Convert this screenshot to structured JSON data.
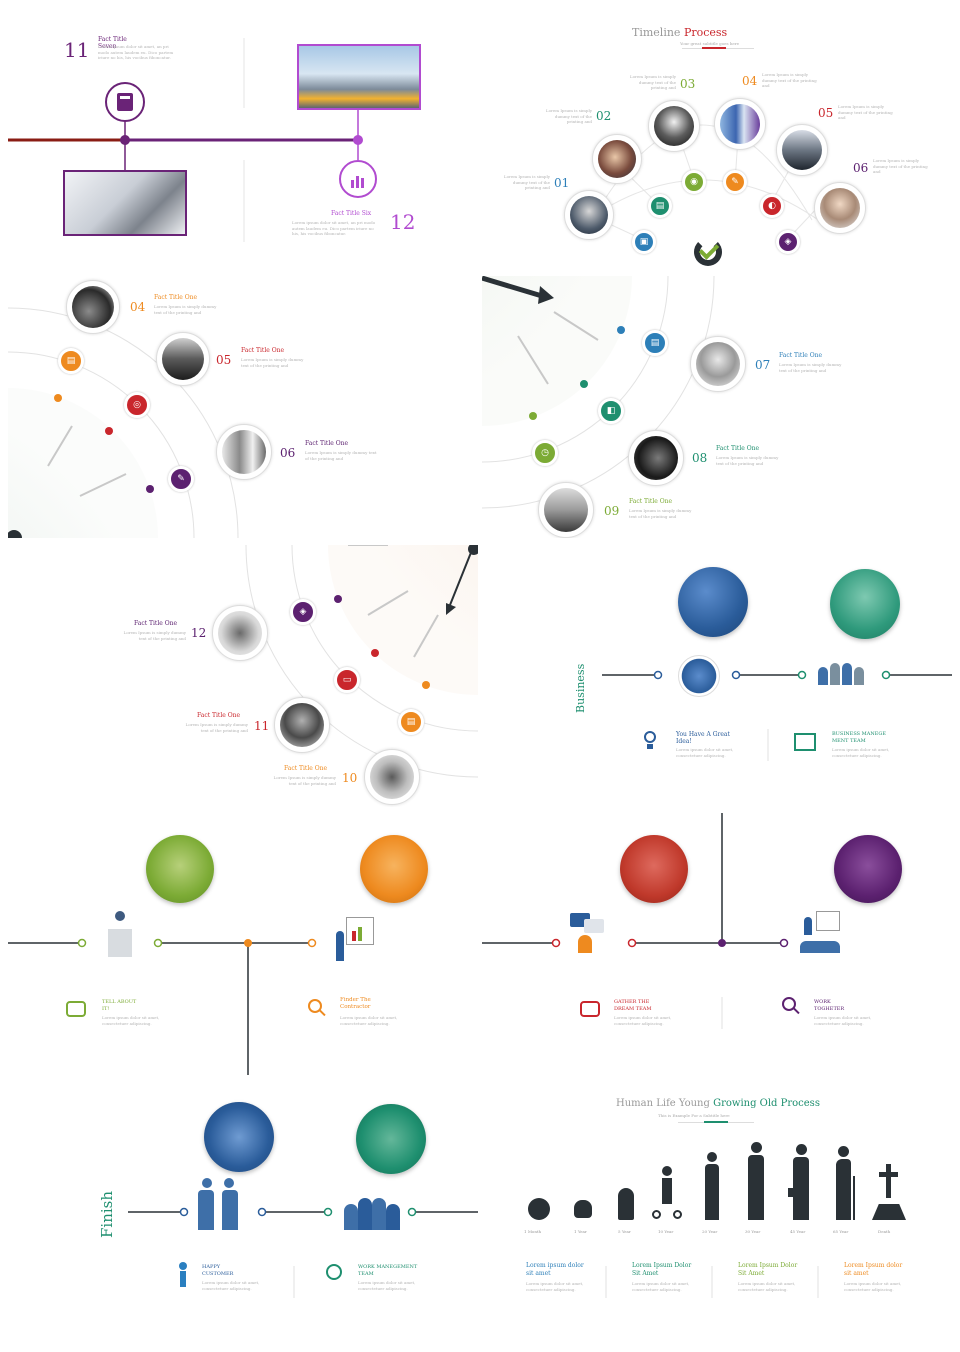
{
  "p1": {
    "num_left": "11",
    "title_left": "Fact Title Seven",
    "body_left": "Lorem ipsum dolor sit amet, an pri modo autem laudem eu. Dico partem iriure no his, his vocibus fiboncatur.",
    "num_right": "12",
    "title_right": "Fact Title Six",
    "body_right": "Lorem ipsum dolor sit amet, an pri modo autem laudem eu. Dico partem iriure no his, his vocibus fiboncatur.",
    "colors": {
      "red": "#8a1c14",
      "purple": "#6a2377",
      "violet": "#b14bd0"
    }
  },
  "p2": {
    "title_a": "Timeline",
    "title_b": "Process",
    "subtitle": "Your great subtitle  goes here",
    "items": [
      {
        "num": "01",
        "text": "Lorem Ipsum is simply dummy text of the printing and",
        "color": "#2d7fb8"
      },
      {
        "num": "02",
        "text": "Lorem Ipsum is simply dummy text of the printing and",
        "color": "#1e8f6f"
      },
      {
        "num": "03",
        "text": "Lorem Ipsum is simply dummy text of the printing and",
        "color": "#7cab35"
      },
      {
        "num": "04",
        "text": "Lorem Ipsum is simply dummy text of the printing and",
        "color": "#ee8a1f"
      },
      {
        "num": "05",
        "text": "Lorem Ipsum is simply dummy text of the printing and",
        "color": "#c9262c"
      },
      {
        "num": "06",
        "text": "Lorem Ipsum is simply dummy text of the printing and",
        "color": "#5c2170"
      }
    ]
  },
  "p3": {
    "items": [
      {
        "num": "04",
        "title": "Fact Title One",
        "text": "Lorem Ipsum is simply dummy text of the printing and",
        "color": "#ee8a1f"
      },
      {
        "num": "05",
        "title": "Fact Title One",
        "text": "Lorem Ipsum is simply dummy text of the printing and",
        "color": "#c9262c"
      },
      {
        "num": "06",
        "title": "Fact Title One",
        "text": "Lorem Ipsum is simply dummy text of the printing and",
        "color": "#5c2170"
      }
    ]
  },
  "p4": {
    "items": [
      {
        "num": "07",
        "title": "Fact Title One",
        "text": "Lorem Ipsum is simply dummy text of the printing and",
        "color": "#2d7fb8"
      },
      {
        "num": "08",
        "title": "Fact Title One",
        "text": "Lorem Ipsum is simply dummy text of the printing and",
        "color": "#1e8f6f"
      },
      {
        "num": "09",
        "title": "Fact Title One",
        "text": "Lorem Ipsum is simply dummy text of the printing and",
        "color": "#7cab35"
      }
    ]
  },
  "p5": {
    "items": [
      {
        "num": "12",
        "title": "Fact Title One",
        "text": "Lorem Ipsum is simply dummy text of the printing and",
        "color": "#5c2170"
      },
      {
        "num": "11",
        "title": "Fact Title One",
        "text": "Lorem Ipsum is simply dummy text of the printing and",
        "color": "#c9262c"
      },
      {
        "num": "10",
        "title": "Fact Title One",
        "text": "Lorem Ipsum is simply dummy text of the printing and",
        "color": "#ee8a1f"
      }
    ]
  },
  "p6": {
    "side_label": "Business",
    "items": [
      {
        "title": "You Have A Great Idea!",
        "text": "Lorem ipsum dolor sit amet, consectetuer adipiscing.",
        "color": "#2a5c9a"
      },
      {
        "title": "BUSINESS MANEGE MENT TEAM",
        "text": "Lorem ipsum dolor sit amet, consectetuer adipiscing.",
        "color": "#1e8f6f"
      }
    ]
  },
  "p7": {
    "items": [
      {
        "title": "TELL ABOUT IT!",
        "text": "Lorem ipsum dolor sit amet, consectetuer adipiscing.",
        "color": "#7cab35"
      },
      {
        "title": "Finder The Contractor",
        "text": "Lorem ipsum dolor sit amet, consectetuer adipiscing.",
        "color": "#ee8a1f"
      }
    ]
  },
  "p8": {
    "items": [
      {
        "title": "GATHER THE DREAM TEAM",
        "text": "Lorem ipsum dolor sit amet, consectetuer adipiscing.",
        "color": "#c9262c"
      },
      {
        "title": "WORK TOGHETER",
        "text": "Lorem ipsum dolor sit amet, consectetuer adipiscing.",
        "color": "#5c2170"
      }
    ]
  },
  "p9": {
    "side_label": "Finish",
    "items": [
      {
        "title": "HAPPY CUSTOMER",
        "text": "Lorem ipsum dolor sit amet, consectetuer adipiscing.",
        "color": "#2a5c9a"
      },
      {
        "title": "WORK MANEGEMENT TEAM",
        "text": "Lorem ipsum dolor sit amet, consectetuer adipiscing.",
        "color": "#1e8f6f"
      }
    ]
  },
  "p10": {
    "title_a": "Human Life Young",
    "title_b": "Growing Old Process",
    "subtitle": "This is Example For a Subtitle here",
    "ages": [
      "1 Month",
      "1 Year",
      "5 Year",
      "10 Year",
      "20 Year",
      "30 Year",
      "45 Year",
      "65 Year",
      "Death"
    ],
    "columns": [
      {
        "title": "Lorem ipsum dolor sit amet",
        "text": "Lorem ipsum dolor sit amet, consectetuer adipiscing.",
        "color": "#2d7fb8"
      },
      {
        "title": "Lorem Ipsum Dolor Sit Amet",
        "text": "Lorem ipsum dolor sit amet, consectetuer adipiscing.",
        "color": "#1e8f6f"
      },
      {
        "title": "Lorem Ipsum Dolor Sit Amet",
        "text": "Lorem ipsum dolor sit amet, consectetuer adipiscing.",
        "color": "#7cab35"
      },
      {
        "title": "Lorem Ipsum dolor sit amet",
        "text": "Lorem ipsum dolor sit amet, consectetuer adipiscing.",
        "color": "#ee8a1f"
      }
    ]
  }
}
